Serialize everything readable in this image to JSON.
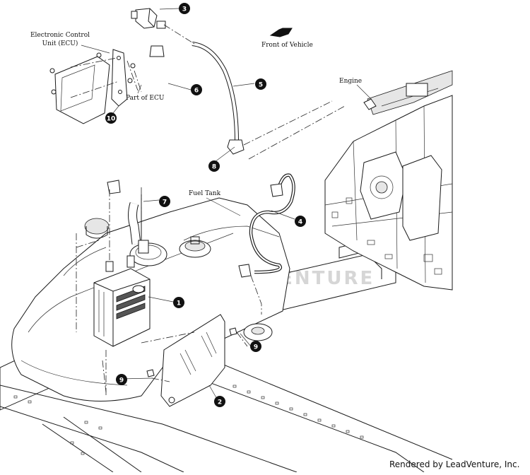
{
  "labels": {
    "ecu": "Electronic Control\nUnit (ECU)",
    "part_of_ecu": "Part of ECU",
    "front_of_vehicle": "Front of Vehicle",
    "engine": "Engine",
    "fuel_tank": "Fuel Tank"
  },
  "watermark": "LEADVENTURE",
  "credit": "Rendered by LeadVenture, Inc.",
  "callouts": [
    "1",
    "2",
    "3",
    "4",
    "5",
    "6",
    "7",
    "8",
    "9",
    "9",
    "10"
  ]
}
